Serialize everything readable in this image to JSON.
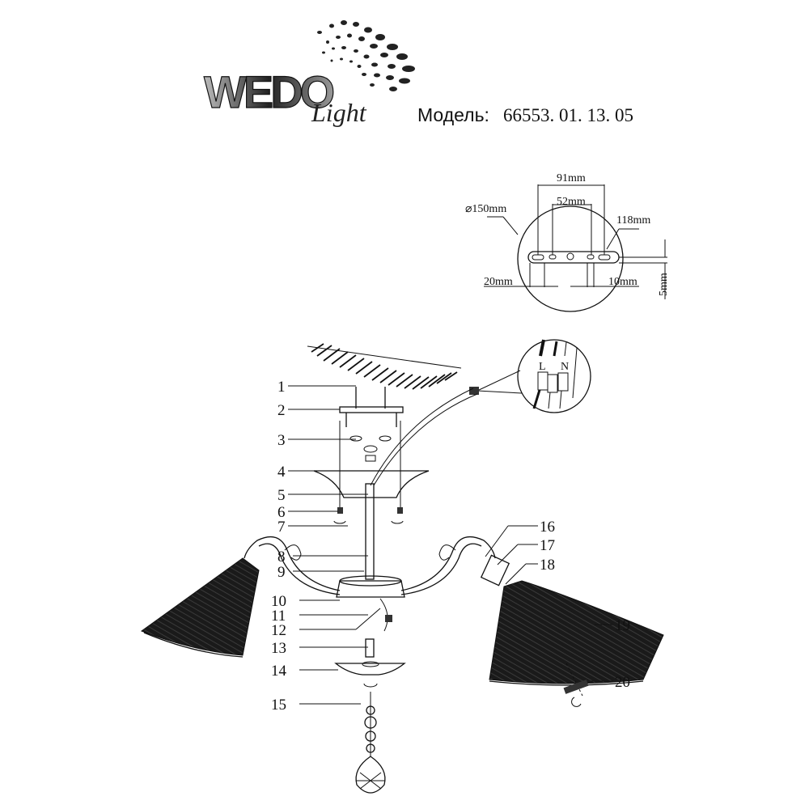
{
  "header": {
    "brand_main": "WEDO",
    "brand_sub": "Light",
    "model_label": "Модель:",
    "model_code": "66553. 01. 13. 05"
  },
  "mount_plate": {
    "diameter": "⌀150mm",
    "dim_91": "91mm",
    "dim_52": "52mm",
    "dim_118": "118mm",
    "dim_20": "20mm",
    "dim_10": "10mm",
    "dim_5": "5mm"
  },
  "wiring": {
    "live": "L",
    "neutral": "N"
  },
  "parts": [
    "1",
    "2",
    "3",
    "4",
    "5",
    "6",
    "7",
    "8",
    "9",
    "10",
    "11",
    "12",
    "13",
    "14",
    "15",
    "16",
    "17",
    "18",
    "19",
    "20"
  ]
}
